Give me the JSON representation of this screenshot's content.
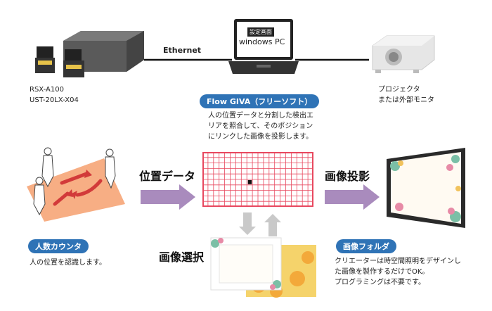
{
  "devices": {
    "sensor_labels": [
      "RSX-A100",
      "UST-20LX-X04"
    ],
    "ethernet_label": "Ethernet",
    "pc_badge": "設定画面",
    "pc_label": "windows PC",
    "projector_labels": [
      "プロジェクタ",
      "または外部モニタ"
    ]
  },
  "software": {
    "title": "Flow GIVA（フリーソフト）",
    "description_lines": [
      "人の位置データと分割した検出エ",
      "リアを照合して、そのポジション",
      "にリンクした画像を投影します。"
    ]
  },
  "flow": {
    "position_data_label": "位置データ",
    "projection_label": "画像投影",
    "image_select_label": "画像選択"
  },
  "counter": {
    "title": "人数カウンタ",
    "description": "人の位置を認識します。"
  },
  "folder": {
    "title": "画像フォルダ",
    "description_lines": [
      "クリエーターは時空間照明をデザインし",
      "た画像を製作するだけでOK。",
      "プログラミングは不要です。"
    ]
  },
  "colors": {
    "accent_blue": "#2f73b6",
    "arrow_purple": "#a98bbd",
    "grid_red": "#e8485f",
    "floor_orange": "#f6a06e"
  }
}
